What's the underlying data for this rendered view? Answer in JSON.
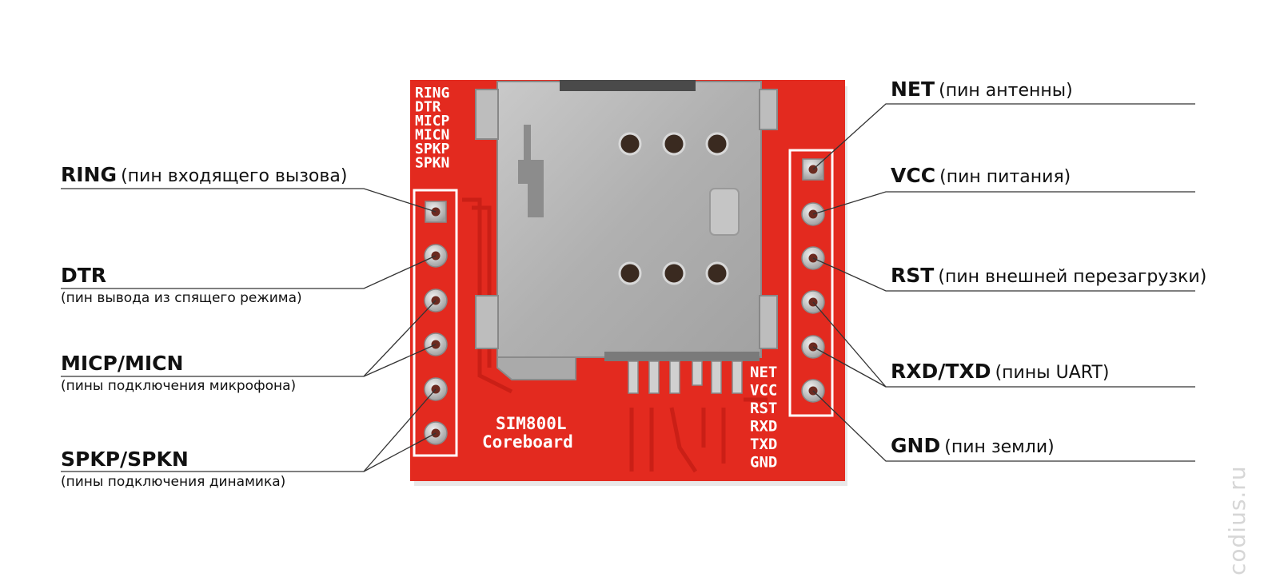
{
  "board": {
    "title_line1": "SIM800L",
    "title_line2": "Coreboard",
    "left_silk": [
      "RING",
      "DTR",
      "MICP",
      "MICN",
      "SPKP",
      "SPKN"
    ],
    "right_silk": [
      "NET",
      "VCC",
      "RST",
      "RXD",
      "TXD",
      "GND"
    ]
  },
  "labels_left": [
    {
      "name": "RING",
      "desc": "(пин входящего вызова)",
      "sub": ""
    },
    {
      "name": "DTR",
      "desc": "",
      "sub": "(пин вывода из спящего режима)"
    },
    {
      "name": "MICP/MICN",
      "desc": "",
      "sub": "(пины подключения микрофона)"
    },
    {
      "name": "SPKP/SPKN",
      "desc": "",
      "sub": "(пины подключения динамика)"
    }
  ],
  "labels_right": [
    {
      "name": "NET",
      "desc": "(пин антенны)"
    },
    {
      "name": "VCC",
      "desc": "(пин питания)"
    },
    {
      "name": "RST",
      "desc": "(пин внешней перезагрузки)"
    },
    {
      "name": "RXD/TXD",
      "desc": "(пины UART)"
    },
    {
      "name": "GND",
      "desc": "(пин земли)"
    }
  ],
  "watermark": "codius.ru",
  "colors": {
    "pcb": "#e32a1f",
    "silk": "#ffffff",
    "sim_holder": "#b5b5b5",
    "pad": "#c8c8c8",
    "line": "#333333"
  }
}
